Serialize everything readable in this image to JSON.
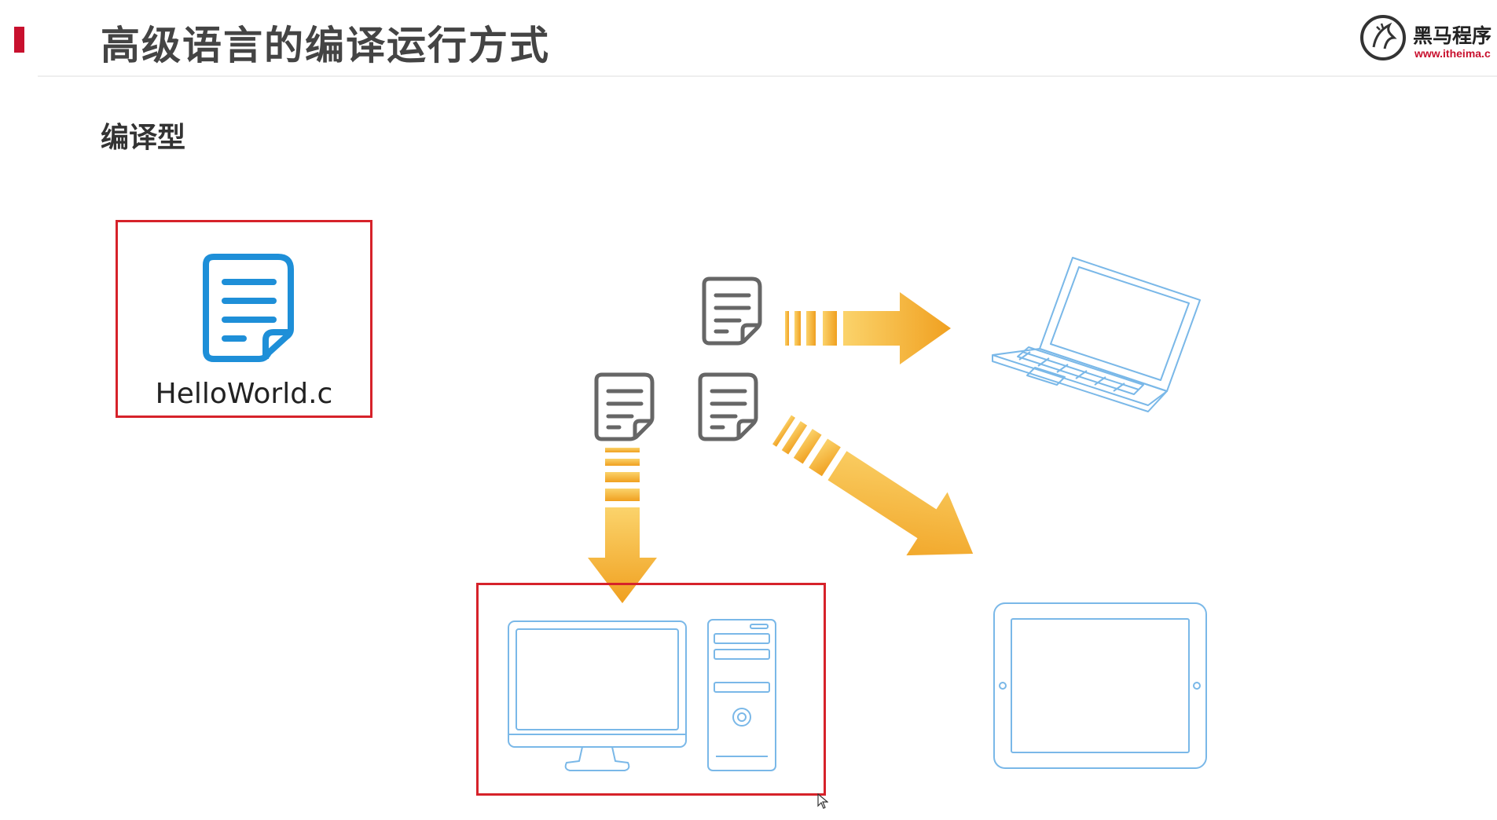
{
  "slide": {
    "title": "高级语言的编译运行方式",
    "subtitle": "编译型"
  },
  "logo": {
    "name": "黑马程序",
    "url": "www.itheima.c"
  },
  "source_file": {
    "label": "HelloWorld.c",
    "icon": "document-icon"
  },
  "diagram": {
    "compiled_file_icon": "document-icon",
    "targets": [
      "desktop-computer-icon",
      "laptop-icon",
      "tablet-icon"
    ],
    "arrow_icon": "arrow-icon"
  },
  "colors": {
    "accent": "#c8102e",
    "box_border": "#d6222a",
    "source_icon": "#1e8fd8",
    "doc_icon": "#666666",
    "device_line": "#7ab8e8",
    "arrow_light": "#fbd36b",
    "arrow_dark": "#f0a020",
    "title_text": "#444444"
  }
}
